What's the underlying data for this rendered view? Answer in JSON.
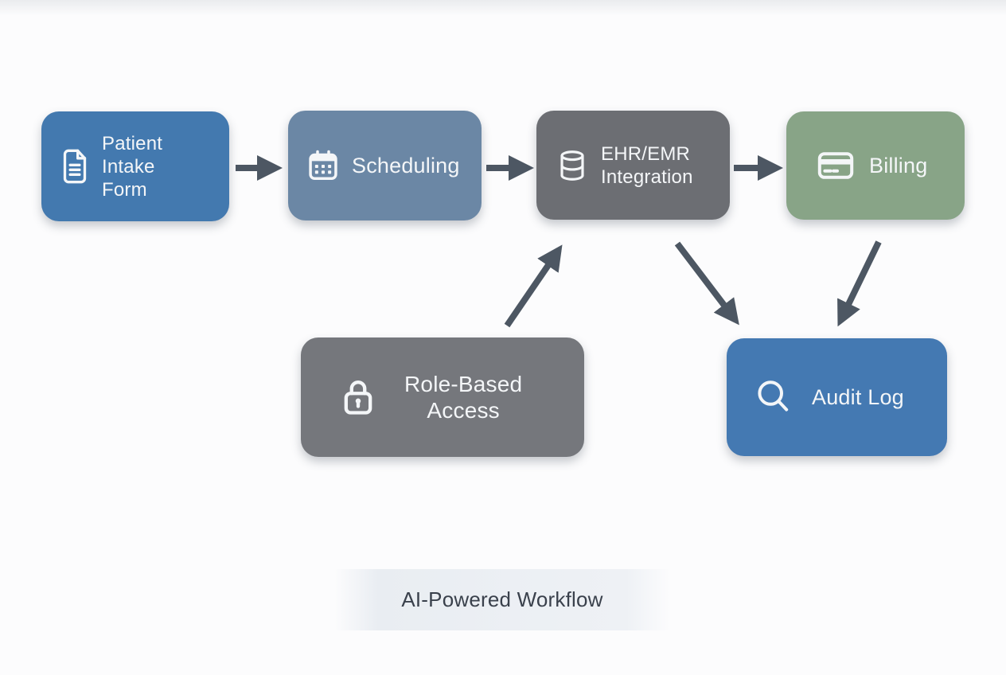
{
  "diagram": {
    "title": "AI-Powered Workflow",
    "colors": {
      "background": "#FCFCFD",
      "arrow": "#4D5763",
      "node_text": "#F4F6F8",
      "banner": "#E9EDF2",
      "footer_text": "#3A414C",
      "patient_blue": "#4379AF",
      "scheduling_slate_blue": "#6B87A5",
      "ehr_gray": "#6C6E73",
      "billing_green": "#88A487",
      "rbac_gray": "#75777C",
      "audit_blue": "#4479B2"
    },
    "nodes": [
      {
        "id": "patient-intake-form",
        "lines": [
          "Patient",
          "Intake",
          "Form"
        ],
        "color": "#4379AF",
        "icon": "document-icon"
      },
      {
        "id": "scheduling",
        "lines": [
          "Scheduling"
        ],
        "color": "#6B87A5",
        "icon": "calendar-icon"
      },
      {
        "id": "ehr-emr-integration",
        "lines": [
          "EHR/EMR",
          "Integration"
        ],
        "color": "#6C6E73",
        "icon": "database-icon"
      },
      {
        "id": "billing",
        "lines": [
          "Billing"
        ],
        "color": "#88A487",
        "icon": "credit-card-icon"
      },
      {
        "id": "role-based-access",
        "lines": [
          "Role-Based",
          "Access"
        ],
        "color": "#75777C",
        "icon": "lock-icon"
      },
      {
        "id": "audit-log",
        "lines": [
          "Audit Log"
        ],
        "color": "#4479B2",
        "icon": "search-icon"
      }
    ],
    "edges": [
      {
        "from": "patient-intake-form",
        "to": "scheduling"
      },
      {
        "from": "scheduling",
        "to": "ehr-emr-integration"
      },
      {
        "from": "ehr-emr-integration",
        "to": "billing"
      },
      {
        "from": "role-based-access",
        "to": "ehr-emr-integration"
      },
      {
        "from": "ehr-emr-integration",
        "to": "audit-log"
      },
      {
        "from": "billing",
        "to": "audit-log"
      }
    ]
  }
}
